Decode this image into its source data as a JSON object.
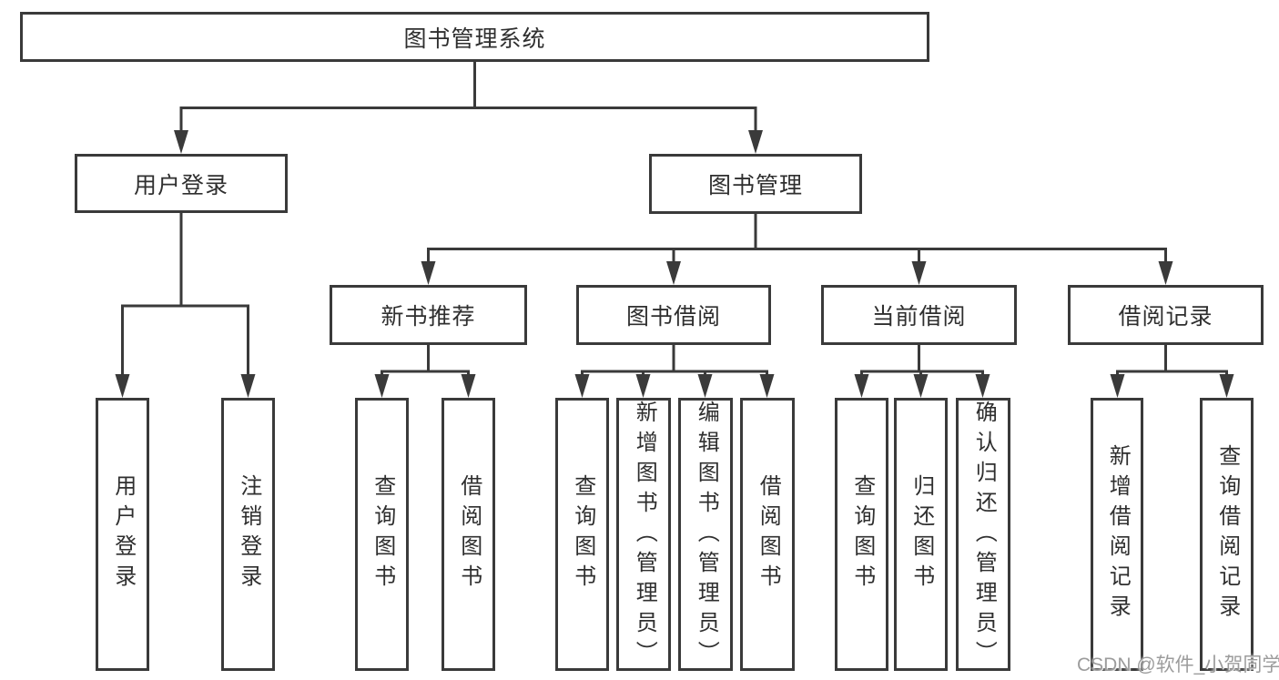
{
  "diagram": {
    "root": {
      "label": "图书管理系统"
    },
    "branches": [
      {
        "label": "用户登录",
        "leaves": [
          {
            "label": "用户登录"
          },
          {
            "label": "注销登录"
          }
        ]
      },
      {
        "label": "图书管理",
        "groups": [
          {
            "label": "新书推荐",
            "leaves": [
              {
                "label": "查询图书"
              },
              {
                "label": "借阅图书"
              }
            ]
          },
          {
            "label": "图书借阅",
            "leaves": [
              {
                "label": "查询图书"
              },
              {
                "label": "新增图书（管理员）"
              },
              {
                "label": "编辑图书（管理员）"
              },
              {
                "label": "借阅图书"
              }
            ]
          },
          {
            "label": "当前借阅",
            "leaves": [
              {
                "label": "查询图书"
              },
              {
                "label": "归还图书"
              },
              {
                "label": "确认归还（管理员）"
              }
            ]
          },
          {
            "label": "借阅记录",
            "leaves": [
              {
                "label": "新增借阅记录"
              },
              {
                "label": "查询借阅记录"
              }
            ]
          }
        ]
      }
    ],
    "watermark": "CSDN @软件_小贺同学",
    "colors": {
      "line": "#3a3a3a",
      "text": "#2f2f2f",
      "watermark": "#9c9c9c",
      "background": "#ffffff"
    }
  }
}
